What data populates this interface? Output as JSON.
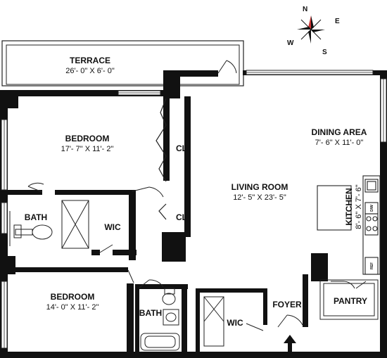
{
  "compass": {
    "n": "N",
    "e": "E",
    "s": "S",
    "w": "W"
  },
  "rooms": {
    "terrace": {
      "name": "TERRACE",
      "dims": "26'- 0\" X 6'- 0\""
    },
    "bedroom1": {
      "name": "BEDROOM",
      "dims": "17'- 7\" X 11'- 2\""
    },
    "bedroom2": {
      "name": "BEDROOM",
      "dims": "14'- 0\" X 11'- 2\""
    },
    "living": {
      "name": "LIVING ROOM",
      "dims": "12'- 5\" X 23'- 5\""
    },
    "dining": {
      "name": "DINING AREA",
      "dims": "7'- 6\" X 11'- 0\""
    },
    "kitchen": {
      "name": "KITCHEN",
      "dims": "8'- 6\" X 7'- 6\""
    },
    "closet1": {
      "name": "CL"
    },
    "closet2": {
      "name": "CL"
    },
    "bath1": {
      "name": "BATH"
    },
    "bath2": {
      "name": "BATH"
    },
    "wic1": {
      "name": "WIC"
    },
    "wic2": {
      "name": "WIC"
    },
    "foyer": {
      "name": "FOYER"
    },
    "pantry": {
      "name": "PANTRY"
    }
  },
  "appliances": {
    "dishwasher": "D/W",
    "refrigerator": "REF"
  }
}
